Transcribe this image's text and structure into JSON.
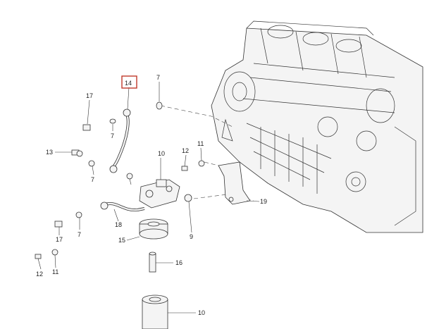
{
  "highlight_color": "#c0392b",
  "callouts": {
    "c14": "14",
    "c7_top": "7",
    "c17_top": "17",
    "c7_mid": "7",
    "c13": "13",
    "c7_low": "7",
    "c10_top": "10",
    "c12_top": "12",
    "c11_top": "11",
    "c19": "19",
    "c18": "18",
    "c17_low": "17",
    "c7_bottom": "7",
    "c15": "15",
    "c9": "9",
    "c16": "16",
    "c12_low": "12",
    "c11_low": "11",
    "c10_bottom": "10"
  }
}
